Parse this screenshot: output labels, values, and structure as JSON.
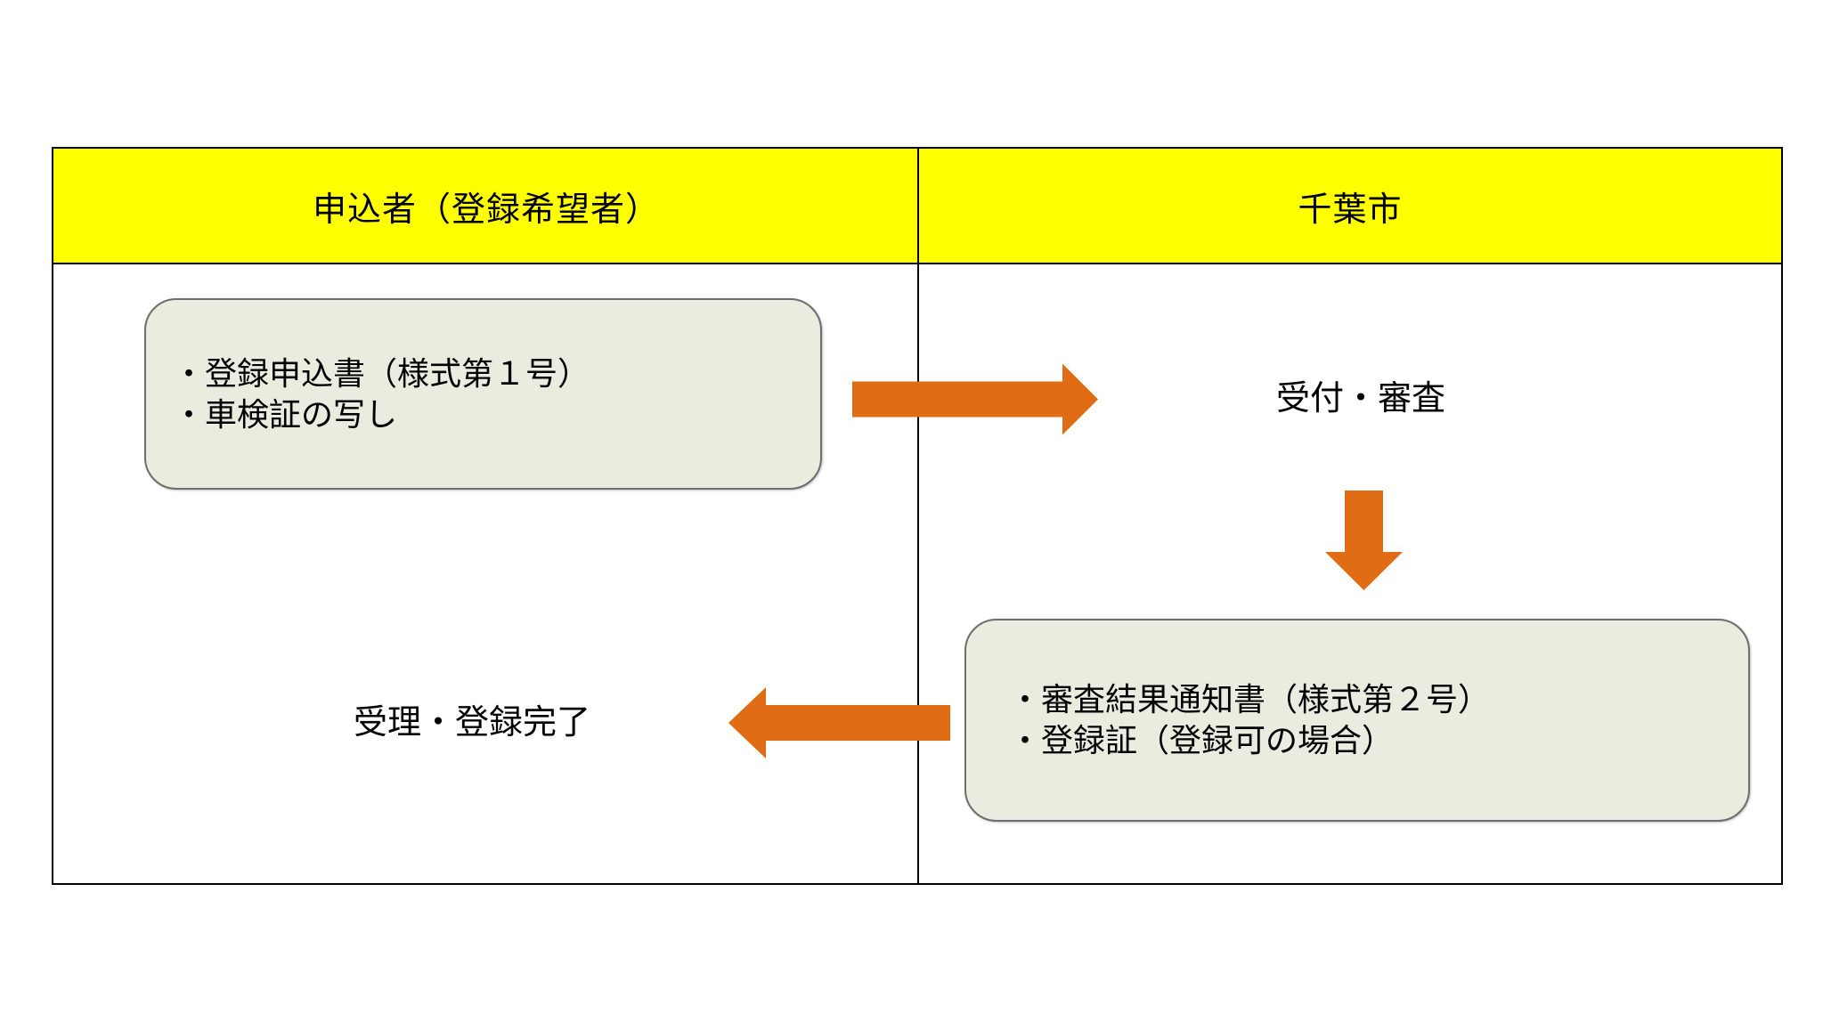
{
  "diagram": {
    "columns": [
      {
        "header": "申込者（登録希望者）"
      },
      {
        "header": "千葉市"
      }
    ],
    "applicant_box": {
      "lines": [
        "・登録申込書（様式第１号）",
        "・車検証の写し"
      ]
    },
    "city_box": {
      "lines": [
        "・審査結果通知書（様式第２号）",
        "・登録証（登録可の場合）"
      ]
    },
    "labels": {
      "reception": "受付・審査",
      "completion": "受理・登録完了"
    },
    "icons": {
      "arrow_right": "right-arrow-icon",
      "arrow_down": "down-arrow-icon",
      "arrow_left": "left-arrow-icon"
    },
    "colors": {
      "header_bg": "#ffff00",
      "box_bg": "#e9ecdf",
      "box_border": "#6e6e6e",
      "arrow": "#e06d15",
      "table_border": "#000000",
      "text": "#000000",
      "background": "#ffffff"
    }
  }
}
